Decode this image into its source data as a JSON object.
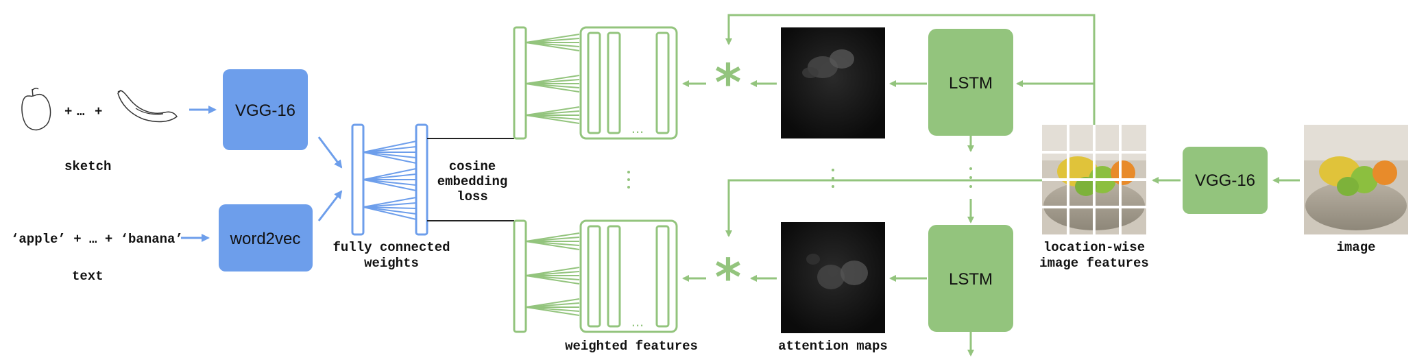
{
  "colors": {
    "blue": "#6d9eeb",
    "green": "#93c47d",
    "black_line": "#222222",
    "text": "#111111"
  },
  "icons": [
    "apple-sketch-icon",
    "banana-sketch-icon",
    "attention-map-image",
    "fruit-bowl-image",
    "asterisk-icon"
  ],
  "left": {
    "sketch_plus_1": "+",
    "sketch_ellipsis": "…",
    "sketch_plus_2": "+",
    "sketch_label": "sketch",
    "text_expression": "‘apple’ + … + ‘banana’",
    "text_label": "text",
    "vgg_label": "VGG-16",
    "word2vec_label": "word2vec",
    "fc_label_line1": "fully connected",
    "fc_label_line2": "weights",
    "loss_line1": "cosine",
    "loss_line2": "embedding",
    "loss_line3": "loss"
  },
  "middle": {
    "ellipsis_top": "...",
    "ellipsis_bottom": "...",
    "weighted_label": "weighted features",
    "asterisk": "*",
    "attention_label": "attention maps",
    "lstm_top": "LSTM",
    "lstm_bottom": "LSTM"
  },
  "right": {
    "features_line1": "location-wise",
    "features_line2": "image features",
    "vgg_label": "VGG-16",
    "image_label": "image"
  }
}
